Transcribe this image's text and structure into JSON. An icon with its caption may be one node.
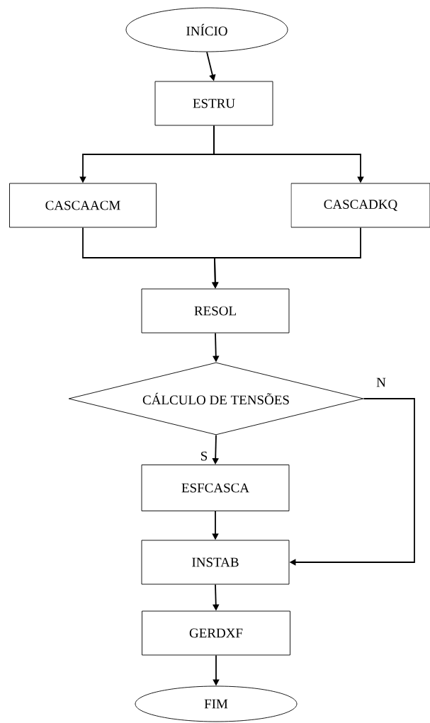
{
  "diagram": {
    "nodes": [
      {
        "text": [
          "INÍCIO"
        ]
      },
      {
        "text": [
          "ESTRU"
        ]
      },
      {
        "text": [
          "CASCAACM"
        ]
      },
      {
        "text": [
          "CASCADKQ"
        ]
      },
      {
        "text": [
          "RESOL"
        ]
      },
      {
        "text": [
          "CÁLCULO DE TENSÕES"
        ]
      },
      {
        "text": [
          "ESFCASCA"
        ]
      },
      {
        "text": [
          "INSTAB"
        ]
      },
      {
        "text": [
          "GERDXF"
        ]
      },
      {
        "text": [
          "FIM"
        ]
      }
    ],
    "edges": [
      {
        "from": 0,
        "to": 1,
        "arrow": "to"
      },
      {
        "from": 1,
        "to": 2,
        "arrow": "to"
      },
      {
        "from": 1,
        "to": 3,
        "arrow": "to"
      },
      {
        "from": 2,
        "to": 4,
        "arrow": "to"
      },
      {
        "from": 3,
        "to": 4,
        "arrow": "to"
      },
      {
        "from": 4,
        "to": 5,
        "arrow": "to"
      },
      {
        "from": 5,
        "to": 6,
        "arrow": "to",
        "label": "S"
      },
      {
        "from": 5,
        "to": 7,
        "arrow": "to",
        "label": "N"
      },
      {
        "from": 6,
        "to": 7,
        "arrow": "to"
      },
      {
        "from": 7,
        "to": 8,
        "arrow": "to"
      },
      {
        "from": 8,
        "to": 9,
        "arrow": "to"
      }
    ]
  }
}
